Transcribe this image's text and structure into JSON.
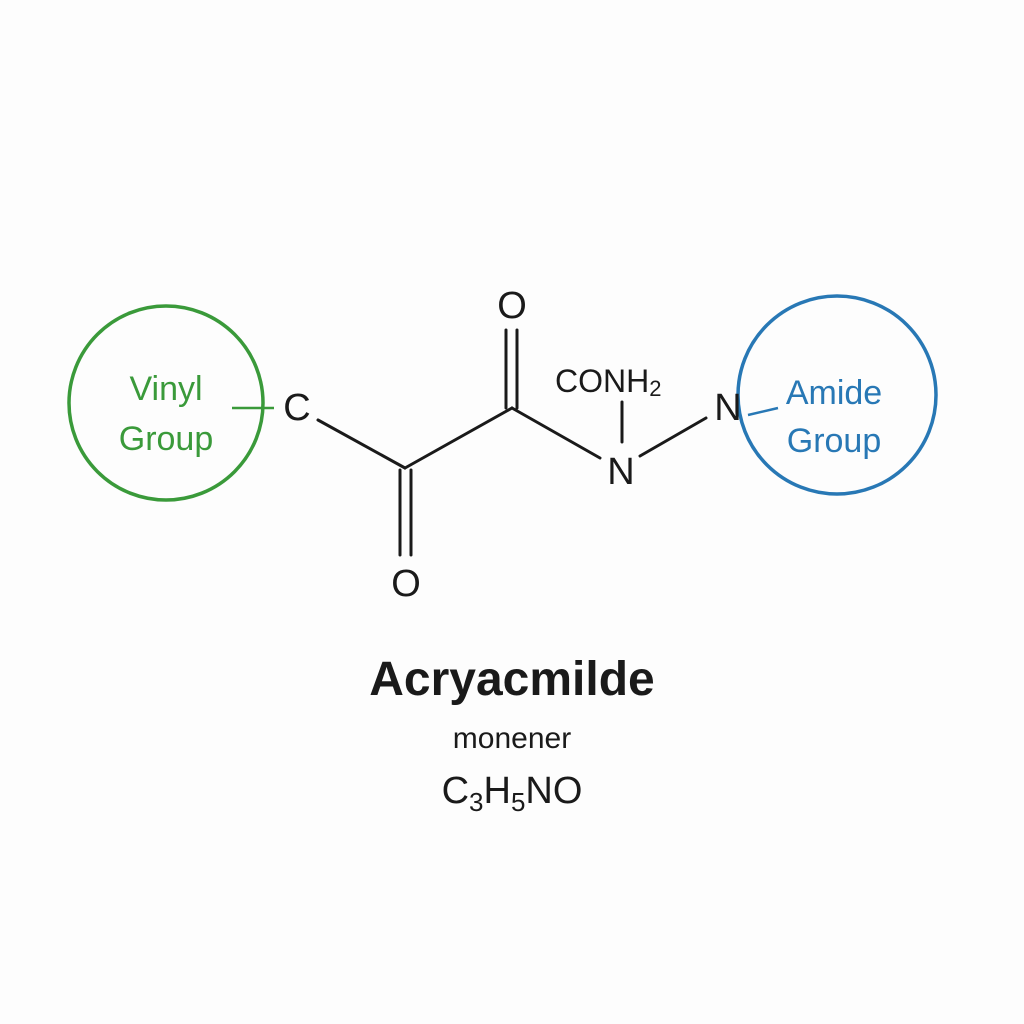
{
  "diagram": {
    "title": "Acryacmilde",
    "subtitle": "monener",
    "formula": {
      "parts": [
        {
          "text": "C",
          "sub": "3"
        },
        {
          "text": "H",
          "sub": "5"
        },
        {
          "text": "NO",
          "sub": ""
        }
      ]
    },
    "atoms": {
      "c_left": "C",
      "o_top": "O",
      "o_bottom": "O",
      "n_middle": "N",
      "n_right": "N",
      "conh2_main": "CONH",
      "conh2_sub": "2"
    },
    "groups": {
      "vinyl": {
        "line1": "Vinyl",
        "line2": "Group",
        "color": "#3a9a3a"
      },
      "amide": {
        "line1": "Amide",
        "line2": "Group",
        "color": "#2878b5"
      }
    }
  }
}
